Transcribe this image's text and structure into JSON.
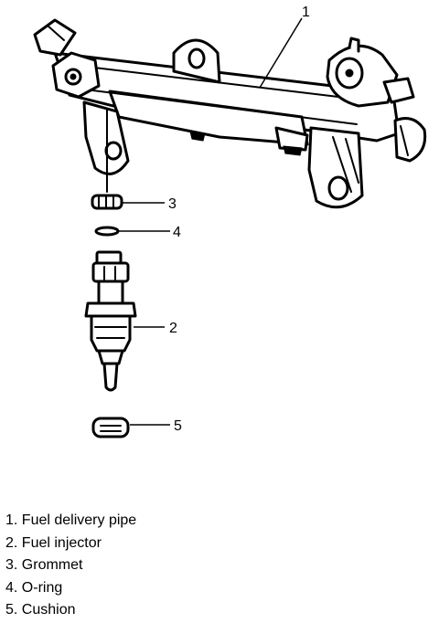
{
  "callouts": [
    {
      "number": "1"
    },
    {
      "number": "2"
    },
    {
      "number": "3"
    },
    {
      "number": "4"
    },
    {
      "number": "5"
    }
  ],
  "legend": [
    {
      "number": "1.",
      "label": "Fuel delivery pipe"
    },
    {
      "number": "2.",
      "label": "Fuel injector"
    },
    {
      "number": "3.",
      "label": "Grommet"
    },
    {
      "number": "4.",
      "label": "O-ring"
    },
    {
      "number": "5.",
      "label": "Cushion"
    }
  ]
}
